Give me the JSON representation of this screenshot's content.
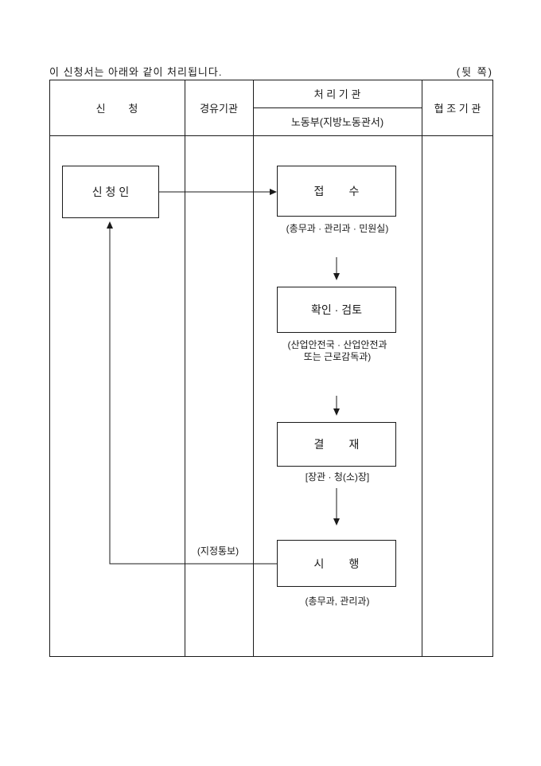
{
  "page": {
    "note": "이 신청서는 아래와 같이 처리됩니다.",
    "side_label": "(뒷  쪽)"
  },
  "table": {
    "columns": {
      "application": "신        청",
      "via": "경유기관",
      "processing": "처 리 기 관",
      "processing_sub": "노동부(지방노동관서)",
      "cooperation": "협 조 기 관"
    }
  },
  "flow": {
    "applicant": "신 청 인",
    "steps": [
      {
        "label": "접        수",
        "caption": "(총무과 · 관리과 · 민원실)"
      },
      {
        "label": "확인 · 검토",
        "caption": "(산업안전국 · 산업안전과\n또는 근로감독과)"
      },
      {
        "label": "결        재",
        "caption": "[장관 · 청(소)장]"
      },
      {
        "label": "시        행",
        "caption": "(총무과, 관리과)"
      }
    ],
    "notify_label": "(지정통보)"
  }
}
